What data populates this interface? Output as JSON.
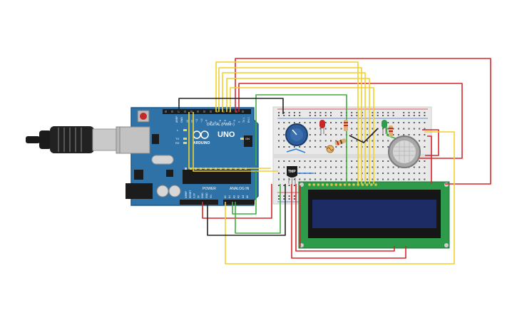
{
  "arduino": {
    "brand": "UNO",
    "logo_text": "ARDUINO",
    "digital_label": "DIGITAL (PWM~)",
    "power_label": "POWER",
    "analog_label": "ANALOG IN",
    "aref_label": "AREF",
    "gnd_label": "GND",
    "on_label": "ON",
    "tx_label": "TX",
    "rx_label": "RX",
    "l_label": "L",
    "digital_pins": [
      "13",
      "12",
      "~11",
      "~10",
      "~9",
      "8",
      "7",
      "~6",
      "~5",
      "4",
      "~3",
      "2",
      "TX 1",
      "RX 0"
    ],
    "power_pins": [
      "IOREF",
      "RESET",
      "3.3V",
      "5V",
      "GND",
      "GND",
      "Vin"
    ],
    "analog_pins": [
      "A0",
      "A1",
      "A2",
      "A3",
      "A4",
      "A5"
    ]
  },
  "sensor": {
    "tmp_label": "TMP"
  },
  "colors": {
    "board": "#2f72a8",
    "breadboard": "#e9e9e9",
    "wire_red": "#d8262c",
    "wire_yellow": "#f2d12b",
    "wire_green": "#3fae3f",
    "wire_black": "#222222",
    "wire_blue": "#2f7fd8",
    "lcd_pcb": "#2e9b4a",
    "lcd_screen": "#1e2c66"
  },
  "icons": [
    "usb-cable-icon",
    "reset-button-icon",
    "arduino-logo-icon",
    "potentiometer-icon",
    "led-red-icon",
    "led-green-icon",
    "photoresistor-icon",
    "gas-sensor-icon",
    "temperature-sensor-icon",
    "lcd-display-icon"
  ]
}
